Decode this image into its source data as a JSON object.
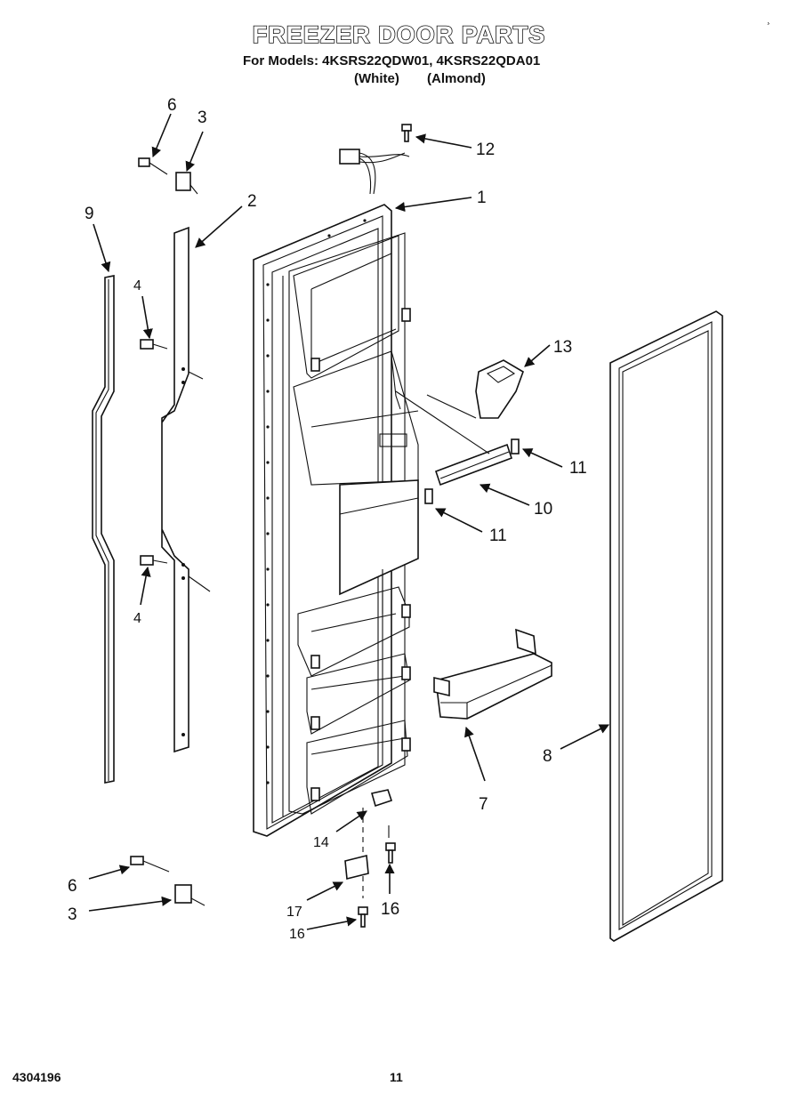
{
  "header": {
    "title": "FREEZER DOOR PARTS",
    "models_line": "For Models: 4KSRS22QDW01, 4KSRS22QDA01",
    "variant_white": "(White)",
    "variant_almond": "(Almond)"
  },
  "corner_mark": "¸",
  "callouts": {
    "c1": "1",
    "c2": "2",
    "c3_top": "3",
    "c3_bottom": "3",
    "c4_top": "4",
    "c4_bottom": "4",
    "c6_top": "6",
    "c6_bottom": "6",
    "c7": "7",
    "c8": "8",
    "c9": "9",
    "c10": "10",
    "c11_upper": "11",
    "c11_lower": "11",
    "c12": "12",
    "c13": "13",
    "c14": "14",
    "c16_right": "16",
    "c16_left": "16",
    "c17": "17"
  },
  "footer": {
    "doc_number": "4304196",
    "page_number": "11"
  }
}
